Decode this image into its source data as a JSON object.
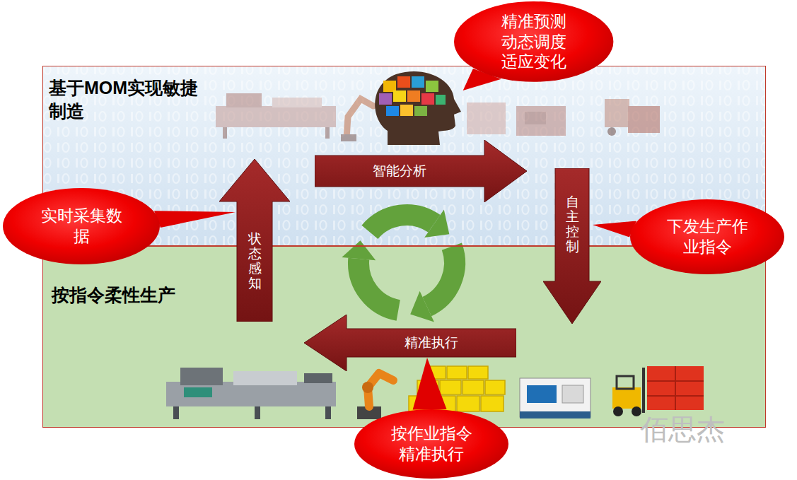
{
  "diagram": {
    "nodes": [
      {
        "text": [
          "基于MOM实现敏捷制造"
        ]
      },
      {
        "text": [
          "智能分析"
        ],
        "in": 0
      },
      {
        "text": [
          "按指令柔性生产"
        ]
      },
      {
        "text": [
          "精准执行"
        ],
        "in": 2
      },
      {
        "text": [
          "状态感知"
        ]
      },
      {
        "text": [
          "自主控制"
        ]
      },
      {
        "text": [
          "精准预测 动态调度 适应变化"
        ]
      },
      {
        "text": [
          "实时采集数据"
        ]
      },
      {
        "text": [
          "下发生产作业指令"
        ]
      },
      {
        "text": [
          "按作业指令 精准执行"
        ]
      }
    ],
    "labels": [
      "佰思杰"
    ]
  }
}
